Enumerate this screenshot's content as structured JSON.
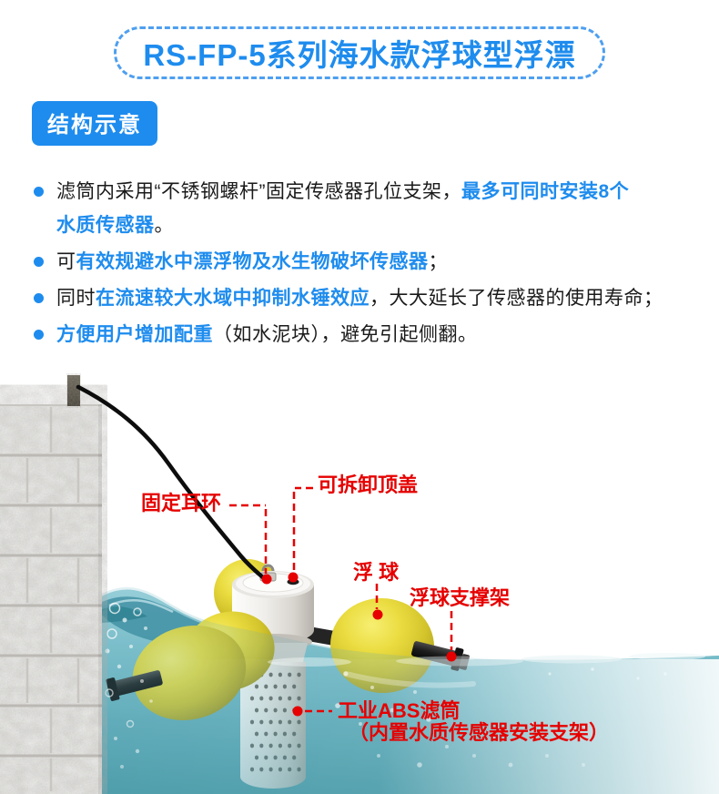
{
  "banner": {
    "title": "RS-FP-5系列海水款浮球型浮漂"
  },
  "section_badge": "结构示意",
  "features": [
    {
      "segments": [
        {
          "text": "滤筒内采用“不锈钢螺杆”固定传感器孔位支架，",
          "style": "normal"
        },
        {
          "text": "最多可同时安装8个",
          "style": "blue"
        },
        {
          "break": true
        },
        {
          "text": "水质传感器",
          "style": "blue"
        },
        {
          "text": "。",
          "style": "normal"
        }
      ]
    },
    {
      "segments": [
        {
          "text": "可",
          "style": "normal"
        },
        {
          "text": "有效规避水中漂浮物及水生物破坏传感器",
          "style": "blue"
        },
        {
          "text": "；",
          "style": "normal"
        }
      ]
    },
    {
      "segments": [
        {
          "text": "同时",
          "style": "normal"
        },
        {
          "text": "在流速较大水域中抑制水锤效应",
          "style": "blue"
        },
        {
          "text": "，大大延长了传感器的使用寿命；",
          "style": "normal"
        }
      ]
    },
    {
      "segments": [
        {
          "text": "方便用户增加配重",
          "style": "blue"
        },
        {
          "text": "（如水泥块），避免引起侧翻。",
          "style": "normal"
        }
      ]
    }
  ],
  "diagram": {
    "labels": {
      "fixing_ring": "固定耳环",
      "top_cover": "可拆卸顶盖",
      "float_ball": "浮 球",
      "ball_bracket": "浮球支撑架",
      "abs_filter_line1": "工业ABS滤筒",
      "abs_filter_line2": "（内置水质传感器安装支架）"
    }
  },
  "colors": {
    "primary_blue": "#1E8CEE",
    "label_red": "#E60000",
    "text_dark": "#1A1A1A",
    "water_teal": "#57A7B4",
    "float_yellow": "#E3D53A"
  }
}
